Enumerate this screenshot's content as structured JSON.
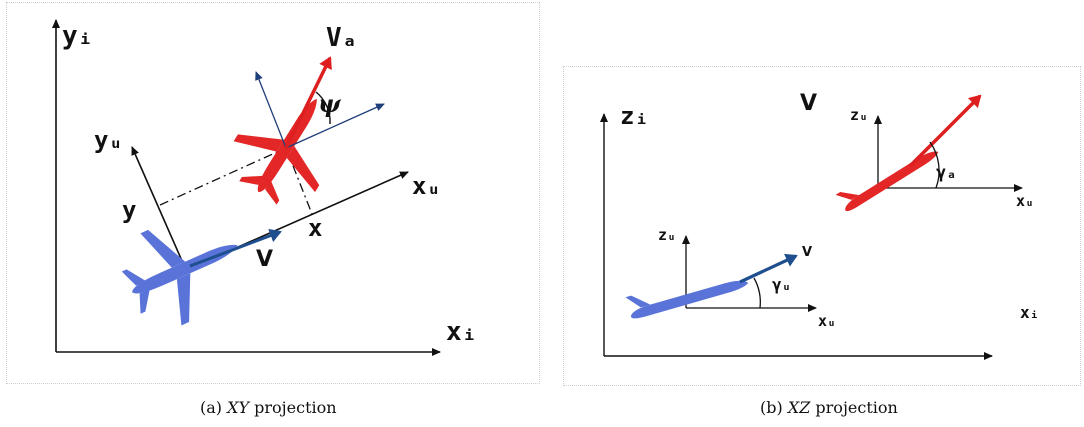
{
  "panel_a": {
    "labels": {
      "yi": "yᵢ",
      "va": "Vₐ",
      "psi": "ψ",
      "yu": "yᵤ",
      "y": "y",
      "xu": "xᵤ",
      "x": "x",
      "v": "V",
      "xi": "xᵢ"
    },
    "caption_prefix": "(a) ",
    "caption_var": "XY",
    "caption_suffix": " projection"
  },
  "panel_b": {
    "labels": {
      "zi": "zᵢ",
      "v_top": "V",
      "zu_top": "zᵤ",
      "gamma_a": "γₐ",
      "xu_top": "xᵤ",
      "zu_bottom": "zᵤ",
      "v_bottom": "V",
      "gamma_u": "γᵤ",
      "xu_bottom": "xᵤ",
      "xi": "xᵢ"
    },
    "caption_prefix": "(b) ",
    "caption_var": "XZ",
    "caption_suffix": " projection"
  },
  "colors": {
    "red_plane": "#e32626",
    "blue_plane": "#5a73d9",
    "red_arrow": "#dd1f1f",
    "blue_arrow": "#1f4f8f",
    "axis": "#111111",
    "dark_blue_axis": "#1f3f7a"
  }
}
